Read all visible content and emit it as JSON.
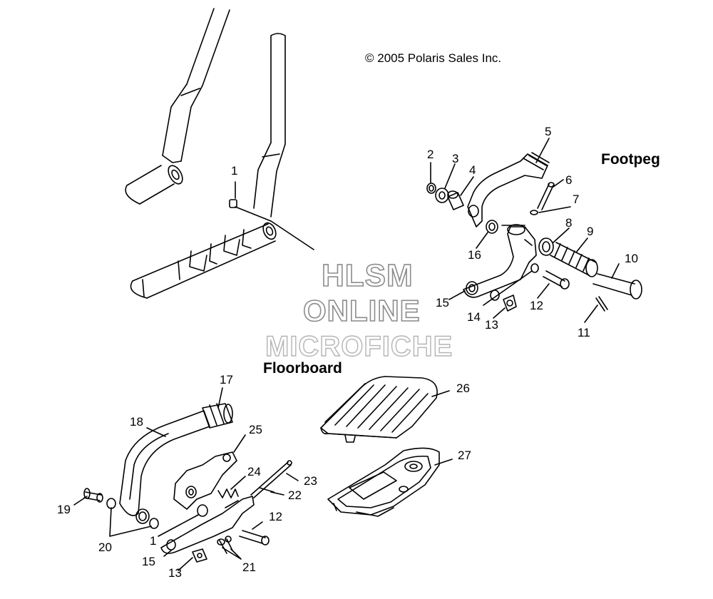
{
  "copyright": "© 2005 Polaris Sales Inc.",
  "sections": {
    "footpeg": "Footpeg",
    "floorboard": "Floorboard"
  },
  "watermark": {
    "line1": "HLSM",
    "line2": "ONLINE",
    "line3": "MICROFICHE"
  },
  "callouts": {
    "frame_1": "1",
    "fp_2": "2",
    "fp_3": "3",
    "fp_4": "4",
    "fp_5": "5",
    "fp_6": "6",
    "fp_7": "7",
    "fp_8": "8",
    "fp_9": "9",
    "fp_10": "10",
    "fp_11": "11",
    "fp_12": "12",
    "fp_13": "13",
    "fp_14": "14",
    "fp_15": "15",
    "fp_16": "16",
    "fb_17": "17",
    "fb_18": "18",
    "fb_19": "19",
    "fb_20": "20",
    "fb_1": "1",
    "fb_15": "15",
    "fb_13": "13",
    "fb_21": "21",
    "fb_12": "12",
    "fb_22": "22",
    "fb_23": "23",
    "fb_24": "24",
    "fb_25": "25",
    "fb_26": "26",
    "fb_27": "27"
  }
}
